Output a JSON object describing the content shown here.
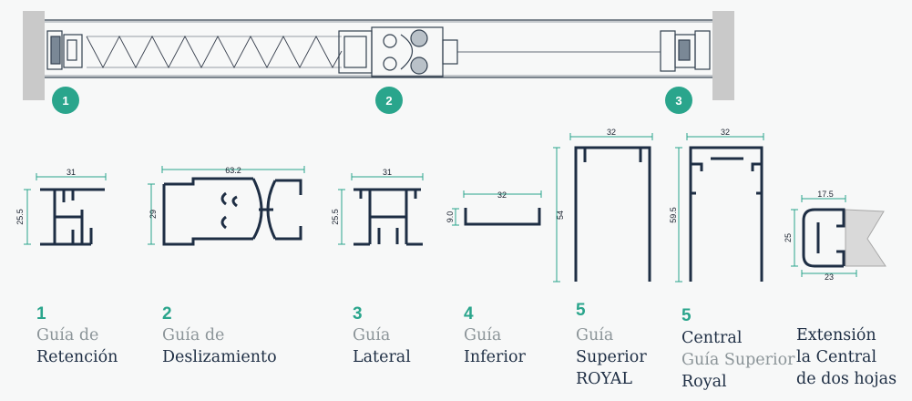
{
  "colors": {
    "accent": "#2aa58c",
    "profile": "#1e2e44",
    "dim_line": "#2aa58c",
    "gray_text": "#8c9599"
  },
  "badges": [
    "1",
    "2",
    "3"
  ],
  "dimensions": {
    "p1": {
      "width": "31",
      "height": "25.5"
    },
    "p2": {
      "width": "63.2",
      "height": "29"
    },
    "p3": {
      "width": "31",
      "height": "25.5"
    },
    "p4": {
      "width": "32",
      "height": "9.0"
    },
    "p5": {
      "width": "32",
      "height": "54"
    },
    "p6": {
      "width": "32",
      "height": "59.5"
    },
    "p7": {
      "width_top": "17.5",
      "width_bottom": "23",
      "height": "25"
    }
  },
  "labels": [
    {
      "num": "1",
      "line1": "Guía de",
      "line2": "Retención"
    },
    {
      "num": "2",
      "line1": "Guía de",
      "line2": "Deslizamiento"
    },
    {
      "num": "3",
      "line1": "Guía",
      "line2": "Lateral"
    },
    {
      "num": "4",
      "line1": "Guía",
      "line2": "Inferior"
    },
    {
      "num": "5",
      "line1": "Guía",
      "line2": "Superior",
      "line3": "ROYAL"
    },
    {
      "num": "5",
      "line1": "Central",
      "line2": "Guía Superior",
      "line3": "Royal"
    },
    {
      "line1": "Extensión",
      "line2": "la Central",
      "line3": "de dos hojas"
    }
  ]
}
